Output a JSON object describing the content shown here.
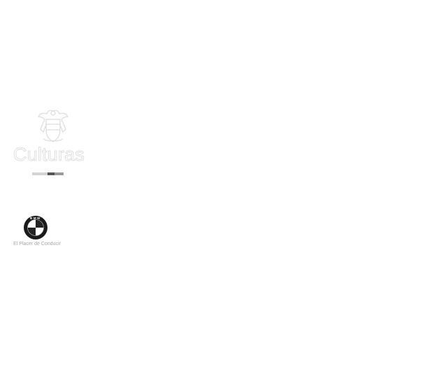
{
  "logos": {
    "culturas": {
      "wordmark": "Culturas",
      "crest_icon": "coat-of-arms-icon",
      "strip_colors": [
        "#d3d3d3",
        "#555555",
        "#9a9a9a"
      ]
    },
    "bmw": {
      "roundel_icon": "bmw-roundel-icon",
      "roundel_letters": "BMW",
      "tagline": "El Placer de Conducir",
      "colors": {
        "ring": "#1a1a1a",
        "quarter_dark": "#222222",
        "quarter_light": "#ffffff"
      }
    }
  }
}
